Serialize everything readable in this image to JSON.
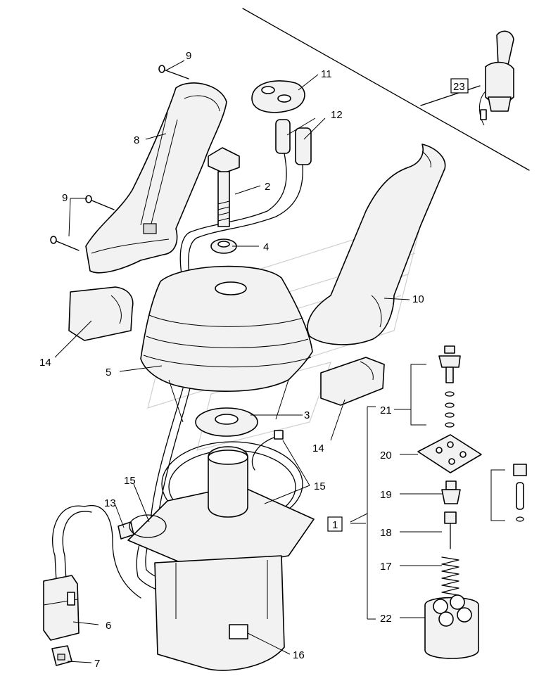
{
  "diagram": {
    "type": "exploded-parts-view",
    "callouts": {
      "c1": "1",
      "c2": "2",
      "c3": "3",
      "c4": "4",
      "c5": "5",
      "c6": "6",
      "c7": "7",
      "c8": "8",
      "c9a": "9",
      "c9b": "9",
      "c10": "10",
      "c11": "11",
      "c12": "12",
      "c13": "13",
      "c14a": "14",
      "c14b": "14",
      "c15a": "15",
      "c15b": "15",
      "c16": "16",
      "c17": "17",
      "c18": "18",
      "c19": "19",
      "c20": "20",
      "c21": "21",
      "c22": "22",
      "c23": "23"
    },
    "colors": {
      "line": "#000000",
      "fill": "#f2f2f2",
      "watermark": "#cfcfcf"
    }
  }
}
